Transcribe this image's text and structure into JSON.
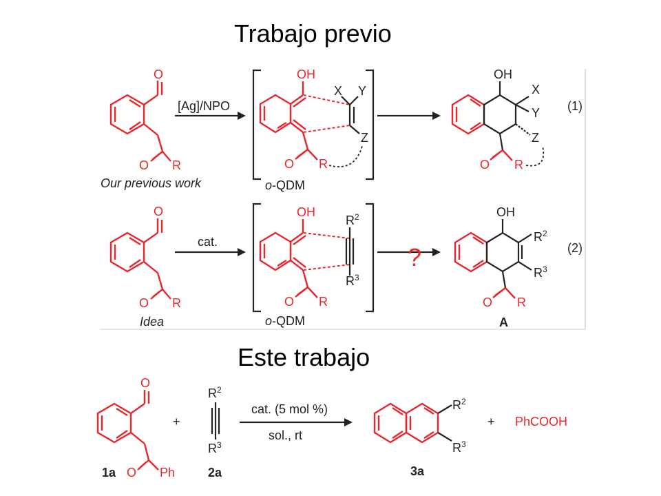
{
  "slide": {
    "title_previous": "Trabajo previo",
    "title_this": "Este trabajo"
  },
  "scheme1": {
    "reagent": "[Ag]/NPO",
    "caption": "Our previous work",
    "intermediate": "o-QDM",
    "equation": "(1)",
    "labels": {
      "oh": "OH",
      "o": "O",
      "r": "R",
      "x": "X",
      "y": "Y",
      "z": "Z"
    }
  },
  "scheme2": {
    "reagent": "cat.",
    "caption": "Idea",
    "intermediate": "o-QDM",
    "question": "?",
    "equation": "(2)",
    "product": "A",
    "labels": {
      "oh": "OH",
      "o": "O",
      "r": "R",
      "r2": "R2",
      "r3": "R3"
    }
  },
  "scheme3": {
    "reagent_top": "cat. (5 mol %)",
    "reagent_bottom": "sol., rt",
    "plus": "+",
    "byproduct": "PhCOOH",
    "compound_1": "1a",
    "compound_2": "2a",
    "compound_3": "3a",
    "labels": {
      "o": "O",
      "ph": "Ph",
      "r2": "R2",
      "r3": "R3"
    }
  },
  "colors": {
    "accent": "#e8262b",
    "ink": "#222222"
  }
}
